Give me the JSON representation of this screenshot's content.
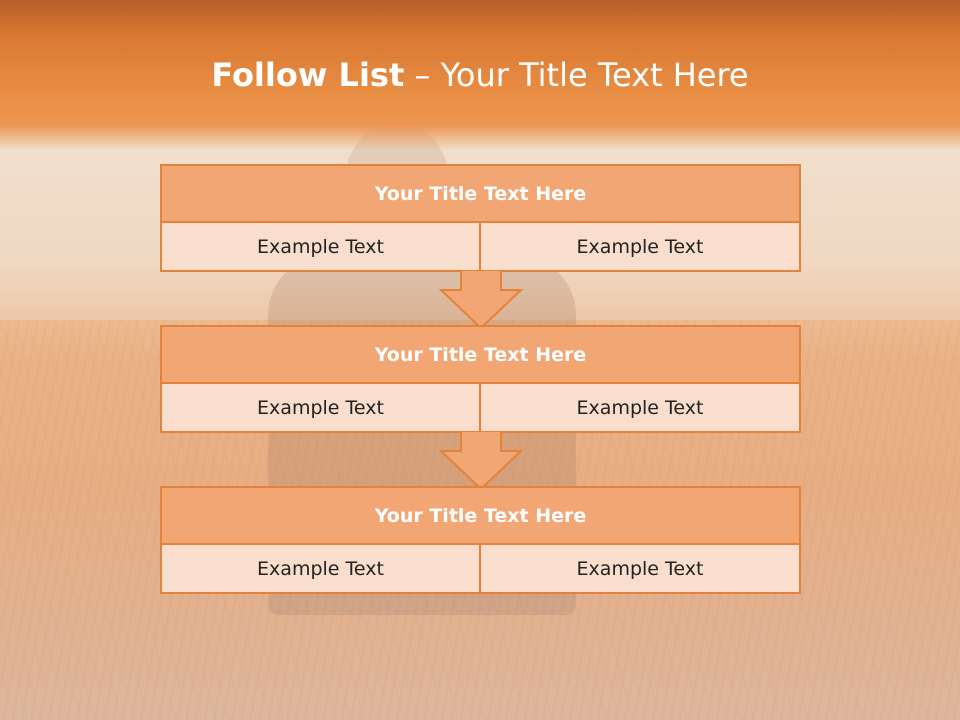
{
  "slide": {
    "title_bold": "Follow List",
    "title_rest": " – Your Title Text Here"
  },
  "steps": [
    {
      "title": "Your Title Text Here",
      "left": "Example Text",
      "right": "Example Text"
    },
    {
      "title": "Your Title Text Here",
      "left": "Example Text",
      "right": "Example Text"
    },
    {
      "title": "Your Title Text Here",
      "left": "Example Text",
      "right": "Example Text"
    }
  ],
  "colors": {
    "accent": "#e3823a",
    "header_fill": "#f1a674",
    "cell_fill": "#f9ddcd",
    "title_band": "#e98e45"
  },
  "icons": [
    "down-arrow-icon",
    "down-arrow-icon"
  ]
}
